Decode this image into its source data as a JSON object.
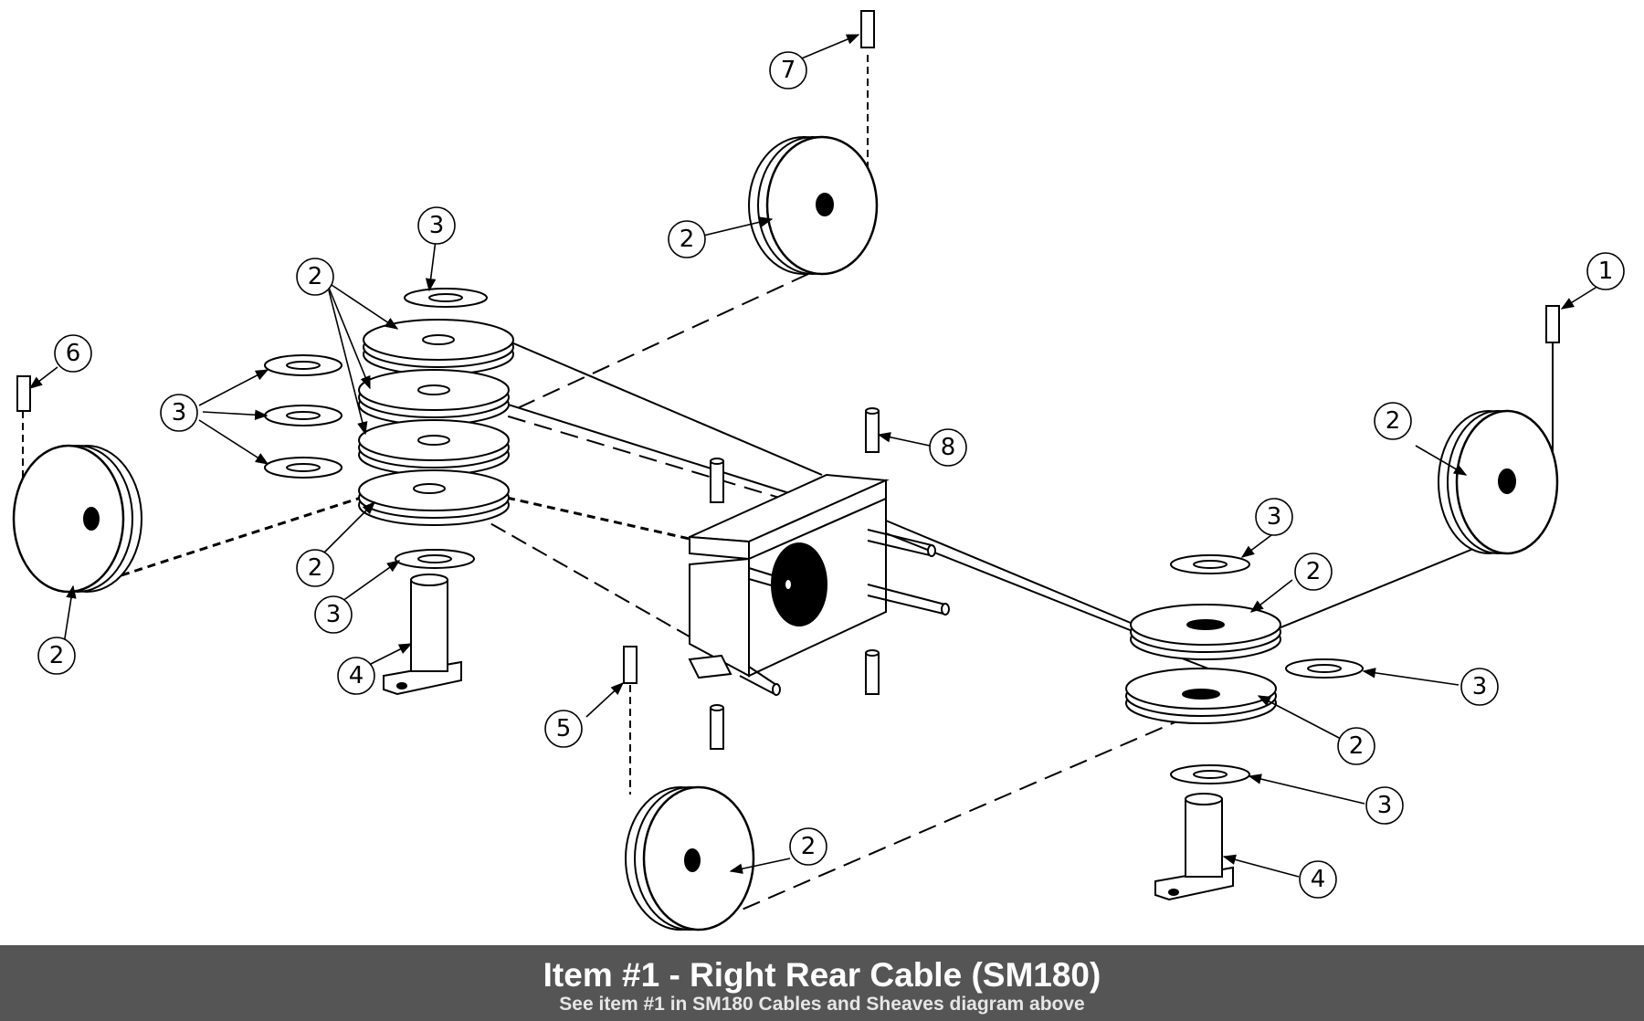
{
  "caption": {
    "title": "Item #1 - Right Rear Cable (SM180)",
    "subtitle": "See item #1 in SM180 Cables and Sheaves diagram above"
  },
  "callouts": {
    "c1": "1",
    "c2": "2",
    "c3": "3",
    "c4": "4",
    "c5": "5",
    "c6": "6",
    "c7": "7",
    "c8": "8"
  },
  "colors": {
    "caption_background": "#555555",
    "caption_text": "#ffffff",
    "line": "#000000"
  }
}
